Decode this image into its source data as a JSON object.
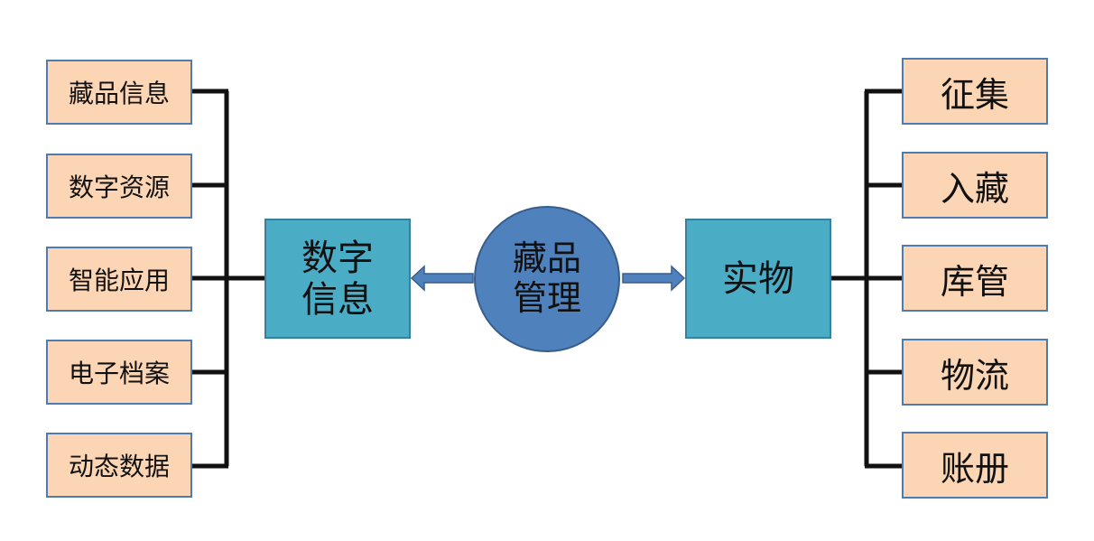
{
  "center": {
    "line1": "藏品",
    "line2": "管理"
  },
  "digital": {
    "line1": "数字",
    "line2": "信息",
    "items": [
      "藏品信息",
      "数字资源",
      "智能应用",
      "电子档案",
      "动态数据"
    ]
  },
  "physical": {
    "label": "实物",
    "items": [
      "征集",
      "入藏",
      "库管",
      "物流",
      "账册"
    ]
  },
  "colors": {
    "leaf_fill": "#fcd5b5",
    "hub_fill": "#4bacc6",
    "center_fill": "#4f81bd",
    "arrow_fill": "#4f81bd",
    "connector": "#111111"
  }
}
